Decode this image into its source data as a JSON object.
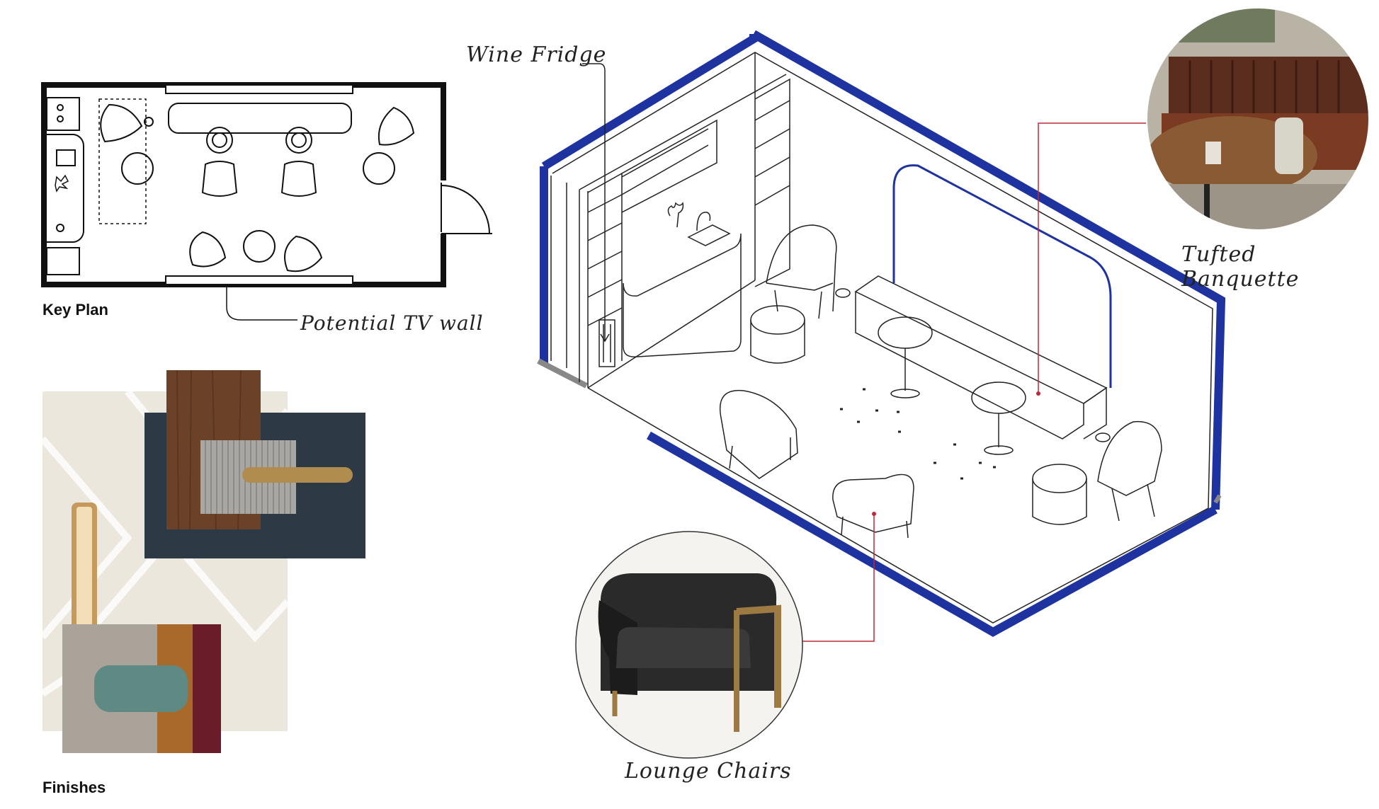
{
  "key_plan": {
    "title": "Key Plan"
  },
  "finishes": {
    "title": "Finishes"
  },
  "callouts": {
    "wine_fridge": "Wine Fridge",
    "potential_tv_wall": "Potential TV wall",
    "tufted_banquette": "Tufted Banquette",
    "lounge_chairs": "Lounge Chairs"
  },
  "colors": {
    "wall_blue": "#1f33a0",
    "leader_red": "#c0283a",
    "walnut": "#6b4228",
    "navy_fabric": "#2d3a45",
    "brass": "#b08d4e",
    "sage": "#5f8a84",
    "copper": "#a9692b",
    "burgundy": "#6a1c28",
    "greige": "#a9a39a"
  },
  "icons": [
    "floor-plan-icon",
    "isometric-room-drawing",
    "banquette-photo",
    "lounge-chair-photo",
    "material-swatch-board"
  ]
}
